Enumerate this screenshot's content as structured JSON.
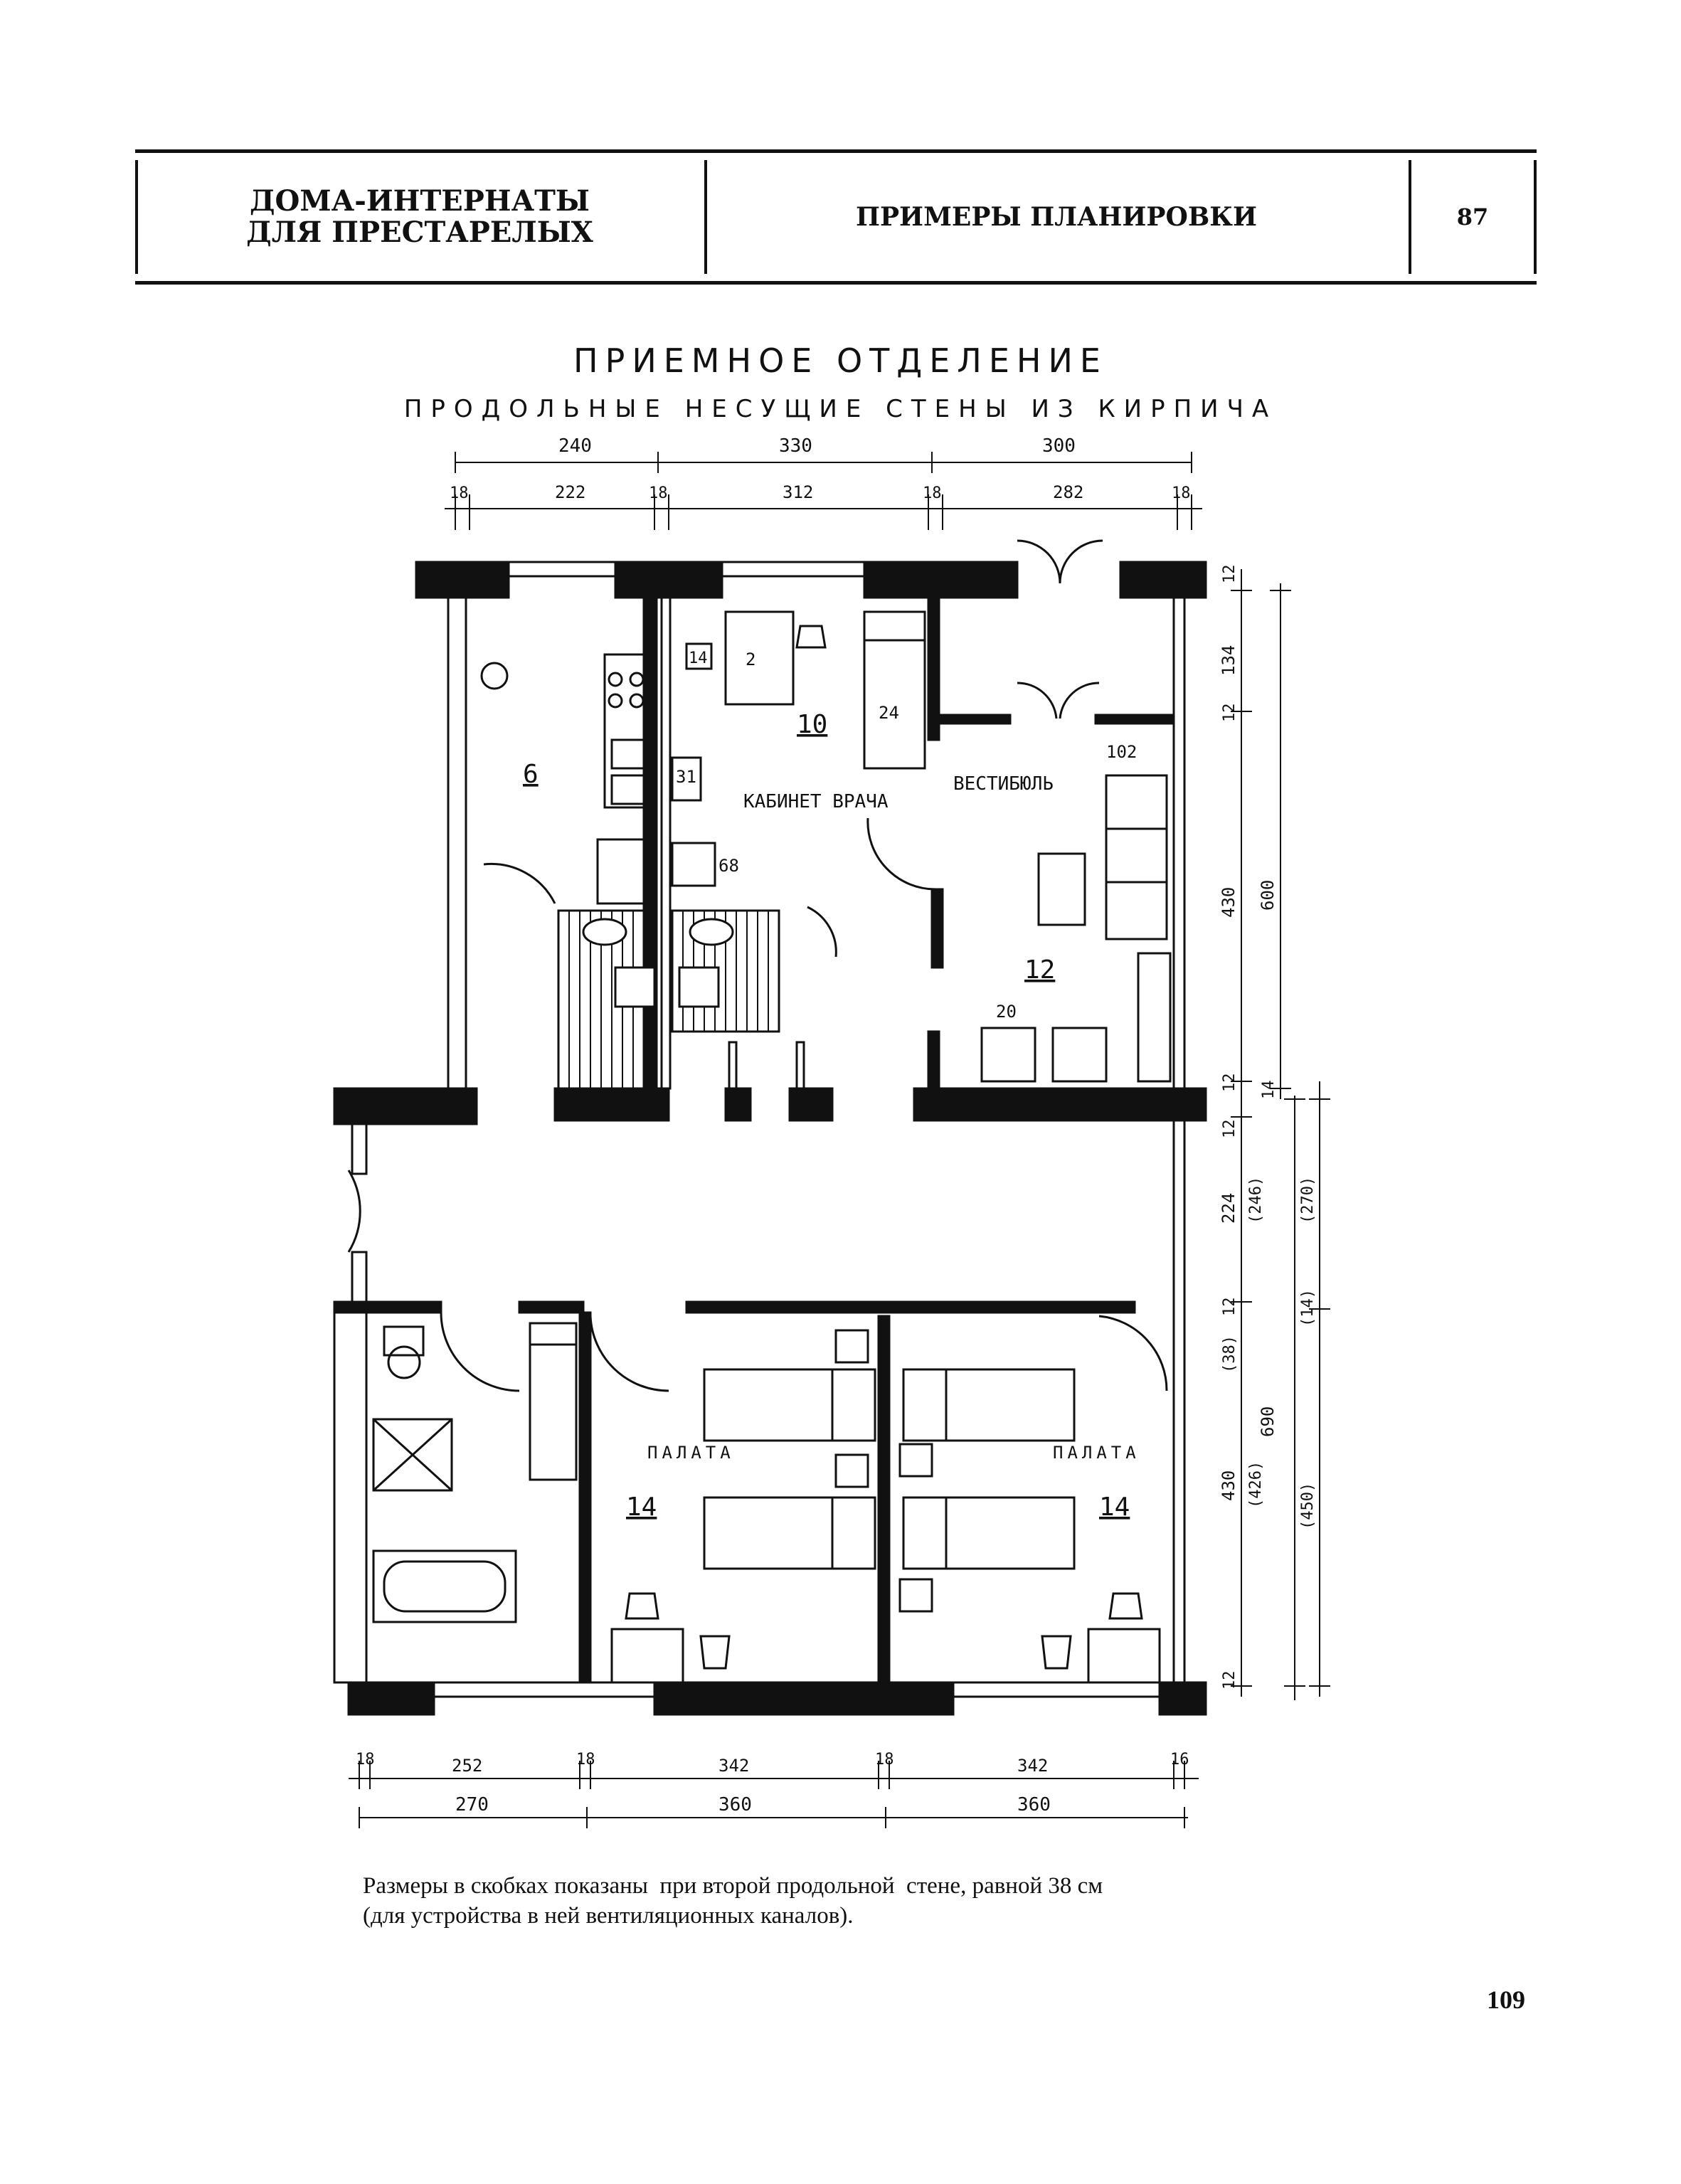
{
  "header": {
    "left_line1": "ДОМА-ИНТЕРНАТЫ",
    "left_line2": "ДЛЯ ПРЕСТАРЕЛЫХ",
    "middle": "ПРИМЕРЫ ПЛАНИРОВКИ",
    "right": "87"
  },
  "plan": {
    "title": "ПРИЕМНОЕ ОТДЕЛЕНИЕ",
    "subtitle": "ПРОДОЛЬНЫЕ НЕСУЩИЕ СТЕНЫ ИЗ КИРПИЧА",
    "rooms": {
      "kitchen_num": "6",
      "doctor_num": "10",
      "doctor_name": "КАБИНЕТ ВРАЧА",
      "lobby_name": "ВЕСТИБЮЛЬ",
      "lobby_num": "12",
      "ward_left_name": "ПАЛАТА",
      "ward_left_num": "14",
      "ward_right_name": "ПАЛАТА",
      "ward_right_num": "14"
    },
    "equipment": {
      "e14": "14",
      "e2": "2",
      "e24": "24",
      "e31": "31",
      "e68": "68",
      "e102": "102",
      "e20": "20"
    },
    "top_dims_main": [
      "240",
      "330",
      "300"
    ],
    "top_dims_detail": [
      "18",
      "222",
      "18",
      "312",
      "18",
      "282",
      "18"
    ],
    "bottom_dims_detail": [
      "18",
      "252",
      "18",
      "342",
      "18",
      "342",
      "16"
    ],
    "bottom_dims_main": [
      "270",
      "360",
      "360"
    ],
    "right_dims_a": [
      "12",
      "134",
      "12",
      "430",
      "12",
      "12",
      "224",
      "12",
      "430",
      "12"
    ],
    "right_dims_b": [
      "600",
      "14",
      "(246)",
      "(38)",
      "690",
      "(426)"
    ],
    "right_dims_c": [
      "(270)",
      "(14)",
      "(450)"
    ]
  },
  "caption_line1": "Размеры в скобках показаны  при второй продольной  стене, равной 38 см",
  "caption_line2": "(для устройства в ней вентиляционных каналов).",
  "page_number": "109"
}
